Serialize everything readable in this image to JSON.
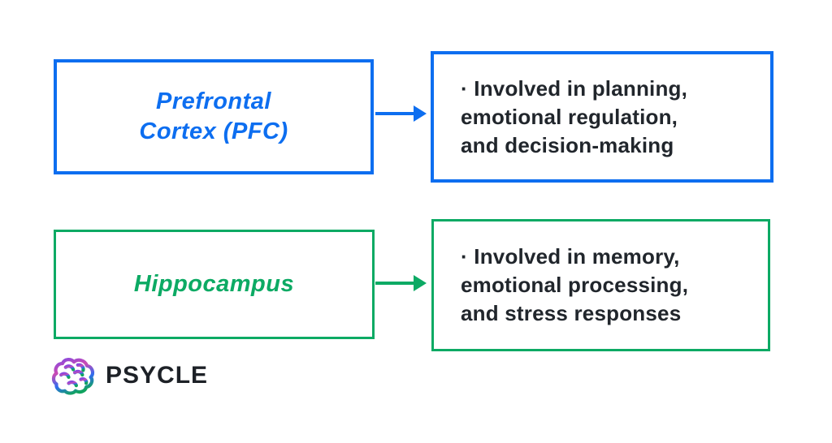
{
  "page": {
    "background": "#ffffff"
  },
  "colors": {
    "blue": "#0d6ef0",
    "green": "#0caa64",
    "text_dark": "#21262c",
    "logo_text": "#1d2127",
    "logo_gradient": [
      "#8a49dd",
      "#cc4bb4",
      "#2f6cf0",
      "#11a35f"
    ]
  },
  "diagram": {
    "rows": [
      {
        "label": "Prefrontal\nCortex (PFC)",
        "description": "· Involved in planning,\nemotional regulation,\nand decision-making",
        "color": "#0d6ef0",
        "arrow": "right-arrow"
      },
      {
        "label": "Hippocampus",
        "description": "· Involved in memory,\nemotional processing,\nand stress responses",
        "color": "#0caa64",
        "arrow": "right-arrow"
      }
    ]
  },
  "logo": {
    "text": "PSYCLE",
    "icon": "brain-gradient-icon"
  }
}
